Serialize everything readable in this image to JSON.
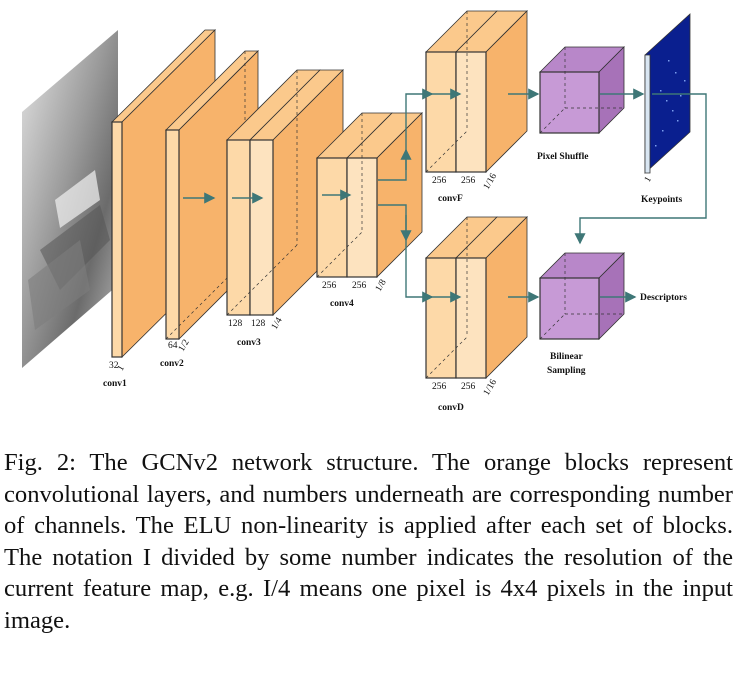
{
  "figure": {
    "layers": {
      "conv1": {
        "name": "conv1",
        "channels": "32",
        "scale": "1"
      },
      "conv2": {
        "name": "conv2",
        "channels": "64",
        "scale": "1/2"
      },
      "conv3": {
        "name": "conv3",
        "channels_a": "128",
        "channels_b": "128",
        "scale": "1/4"
      },
      "conv4": {
        "name": "conv4",
        "channels_a": "256",
        "channels_b": "256",
        "scale": "1/8"
      },
      "convF": {
        "name": "convF",
        "channels_a": "256",
        "channels_b": "256",
        "scale": "1/16"
      },
      "convD": {
        "name": "convD",
        "channels_a": "256",
        "channels_b": "256",
        "scale": "1/16"
      }
    },
    "ops": {
      "pixel_shuffle": "Pixel Shuffle",
      "bilinear_line1": "Bilinear",
      "bilinear_line2": "Sampling"
    },
    "outputs": {
      "keypoints": "Keypoints",
      "keypoints_scale": "1",
      "descriptors": "Descriptors"
    },
    "colors": {
      "conv_front": "#fdd9a8",
      "conv_side": "#f7b36b",
      "conv_top": "#fbc98c",
      "op_front": "#c79ad6",
      "op_side": "#a772b8",
      "keypoint_map": "#0a1f8f",
      "arrow": "#3e7777"
    }
  },
  "caption": "Fig. 2: The GCNv2 network structure. The orange blocks represent convolutional layers, and numbers underneath are corresponding number of channels. The ELU non-linearity is applied after each set of blocks. The notation I divided by some number indicates the resolution of the current feature map, e.g. I/4 means one pixel is 4x4 pixels in the input image."
}
